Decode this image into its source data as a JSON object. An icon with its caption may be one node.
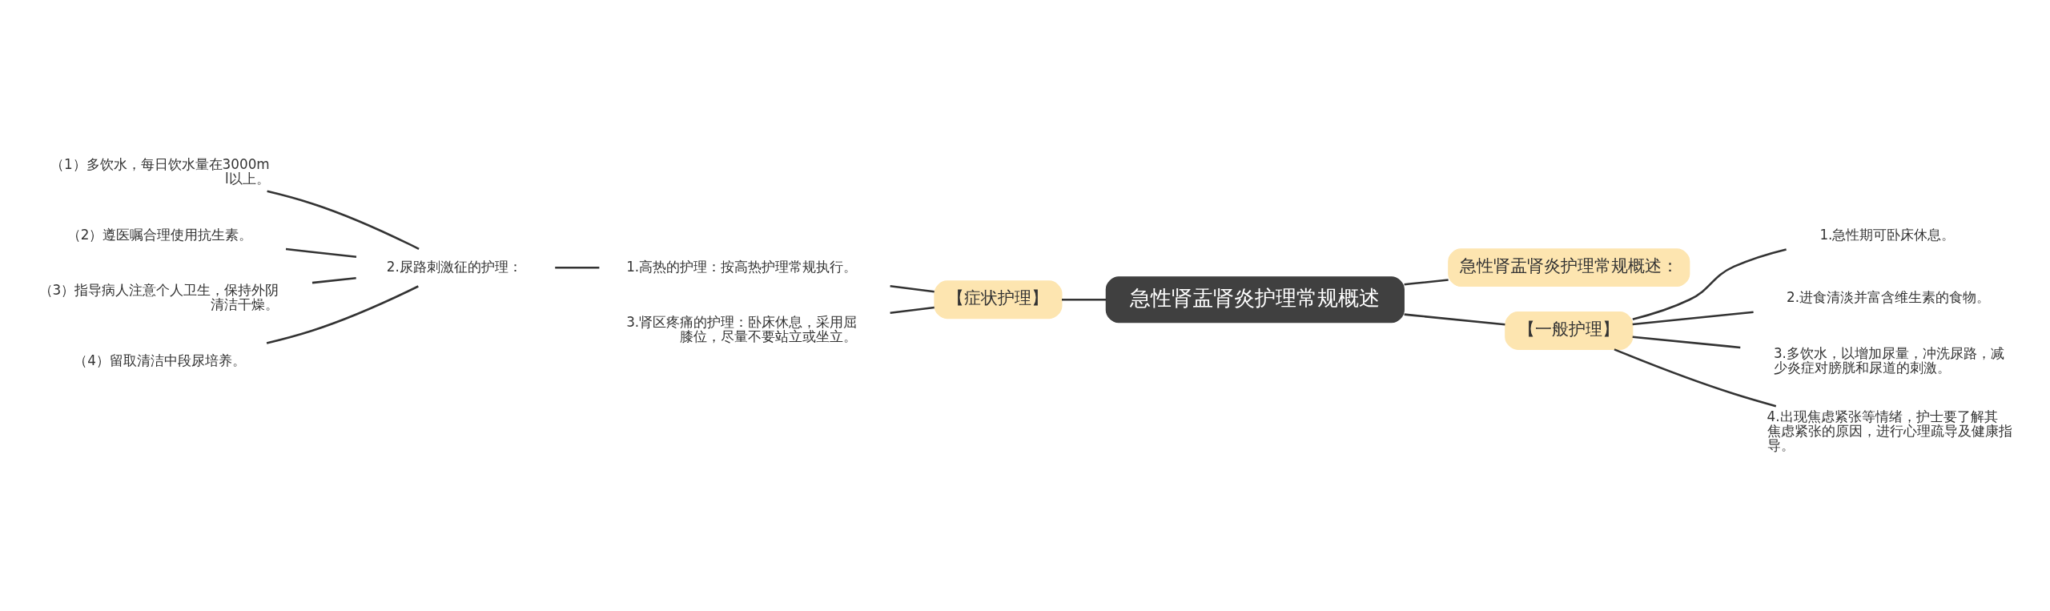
{
  "diagram": {
    "nodes": [
      {
        "text": [
          "急性肾盂肾炎护理常规概述"
        ]
      },
      {
        "text": [
          "【症状护理】"
        ]
      },
      {
        "text": [
          "1.高热的护理：按高热护理常规执行。"
        ]
      },
      {
        "text": [
          "2.尿路刺激征的护理："
        ]
      },
      {
        "text": [
          "（1）多饮水，每日饮水量在3000ml以上。"
        ]
      },
      {
        "text": [
          "（2）遵医嘱合理使用抗生素。"
        ]
      },
      {
        "text": [
          "（3）指导病人注意个人卫生，保持外阴清洁干燥。"
        ]
      },
      {
        "text": [
          "（4）留取清洁中段尿培养。"
        ]
      },
      {
        "text": [
          "3.肾区疼痛的护理：卧床休息，采用屈膝位，尽量不要站立或坐立。"
        ]
      },
      {
        "text": [
          "急性肾盂肾炎护理常规概述："
        ]
      },
      {
        "text": [
          "【一般护理】"
        ]
      },
      {
        "text": [
          "1.急性期可卧床休息。"
        ]
      },
      {
        "text": [
          "2.进食清淡并富含维生素的食物。"
        ]
      },
      {
        "text": [
          "3.多饮水，以增加尿量，冲洗尿路，减少炎症对膀胱和尿道的刺激。"
        ]
      },
      {
        "text": [
          "4.出现焦虑紧张等情绪，护士要了解其焦虑紧张的原因，进行心理疏导及健康指导。"
        ]
      }
    ],
    "edges": [
      {
        "from": 0,
        "to": 1,
        "arrow": "none"
      },
      {
        "from": 1,
        "to": 2,
        "arrow": "none"
      },
      {
        "from": 2,
        "to": 3,
        "arrow": "none"
      },
      {
        "from": 3,
        "to": 4,
        "arrow": "none"
      },
      {
        "from": 3,
        "to": 5,
        "arrow": "none"
      },
      {
        "from": 3,
        "to": 6,
        "arrow": "none"
      },
      {
        "from": 3,
        "to": 7,
        "arrow": "none"
      },
      {
        "from": 1,
        "to": 8,
        "arrow": "none"
      },
      {
        "from": 0,
        "to": 9,
        "arrow": "none"
      },
      {
        "from": 0,
        "to": 10,
        "arrow": "none"
      },
      {
        "from": 10,
        "to": 11,
        "arrow": "none"
      },
      {
        "from": 10,
        "to": 12,
        "arrow": "none"
      },
      {
        "from": 10,
        "to": 13,
        "arrow": "none"
      },
      {
        "from": 10,
        "to": 14,
        "arrow": "none"
      }
    ]
  }
}
